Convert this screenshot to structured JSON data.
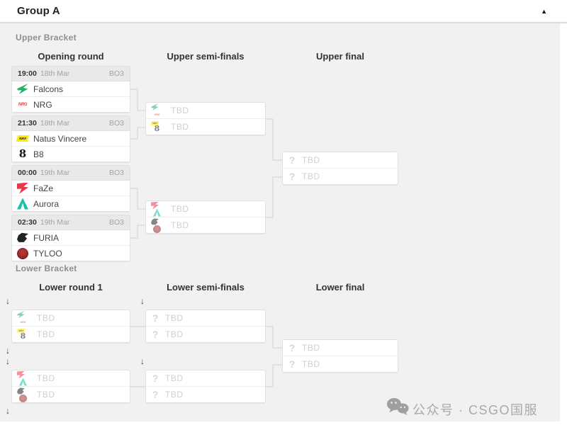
{
  "header": {
    "title": "Group A",
    "collapse_icon": "chevron-up-icon"
  },
  "icons": {
    "drop_arrow_glyph": "↓",
    "collapse_glyph": "▲"
  },
  "labels": {
    "tbd": "TBD",
    "question_glyph": "?"
  },
  "colors": {
    "background": "#f1f1f2",
    "card_border": "#e0e0e0",
    "card_header_bg": "#e9e9e9",
    "connector": "#dcdcdc",
    "tbd_text": "#cfcfcf"
  },
  "teams": {
    "falcons": {
      "name": "Falcons",
      "icon": "falcons-logo-icon",
      "color": "#2aae6c"
    },
    "nrg": {
      "name": "NRG",
      "icon": "nrg-logo-icon",
      "color": "#e8472f"
    },
    "navi": {
      "name": "Natus Vincere",
      "icon": "navi-logo-icon",
      "color": "#ffee00"
    },
    "b8": {
      "name": "B8",
      "icon": "b8-logo-icon",
      "color": "#151515"
    },
    "faze": {
      "name": "FaZe",
      "icon": "faze-logo-icon",
      "color": "#e8374b"
    },
    "aurora": {
      "name": "Aurora",
      "icon": "aurora-logo-icon",
      "color": "#1ac0a2"
    },
    "furia": {
      "name": "FURIA",
      "icon": "furia-logo-icon",
      "color": "#222222"
    },
    "tyloo": {
      "name": "TYLOO",
      "icon": "tyloo-logo-icon",
      "color": "#9c2b2b"
    }
  },
  "upper": {
    "label": "Upper Bracket",
    "columns": [
      "Opening round",
      "Upper semi-finals",
      "Upper final"
    ],
    "matches": [
      {
        "time": "19:00",
        "date": "18th Mar",
        "format": "BO3"
      },
      {
        "time": "21:30",
        "date": "18th Mar",
        "format": "BO3"
      },
      {
        "time": "00:00",
        "date": "19th Mar",
        "format": "BO3"
      },
      {
        "time": "02:30",
        "date": "19th Mar",
        "format": "BO3"
      }
    ]
  },
  "lower": {
    "label": "Lower Bracket",
    "columns": [
      "Lower round 1",
      "Lower semi-finals",
      "Lower final"
    ]
  },
  "watermark": {
    "icon": "wechat-icon",
    "text": "公众号 · CSGO国服"
  }
}
